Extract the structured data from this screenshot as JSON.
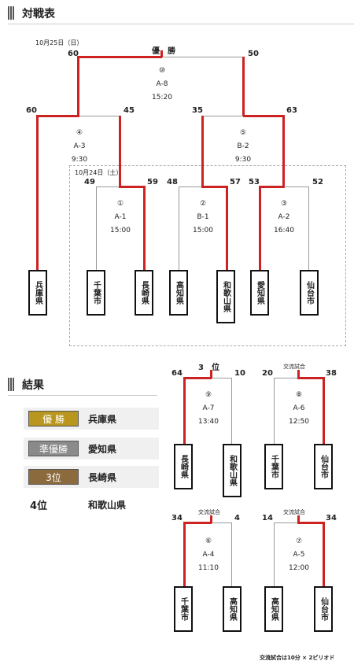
{
  "headers": {
    "bracket": "対戦表",
    "results": "結果"
  },
  "main": {
    "date_oct25": "10月25日（日）",
    "date_oct24": "10月24日（土）",
    "final": {
      "label": "優　勝",
      "num": "⑩",
      "code": "A-8",
      "time": "15:20",
      "left": "60",
      "right": "50"
    },
    "semi_left": {
      "num": "④",
      "code": "A-3",
      "time": "9:30",
      "left": "60",
      "right": "45"
    },
    "semi_right": {
      "num": "⑤",
      "code": "B-2",
      "time": "9:30",
      "left": "35",
      "right": "63"
    },
    "m1": {
      "num": "①",
      "code": "A-1",
      "time": "15:00",
      "left": "49",
      "right": "59"
    },
    "m2": {
      "num": "②",
      "code": "B-1",
      "time": "15:00",
      "left": "48",
      "right": "57"
    },
    "m3": {
      "num": "③",
      "code": "A-2",
      "time": "16:40",
      "left": "53",
      "right": "52"
    },
    "teams": [
      "兵庫県",
      "千葉市",
      "長崎県",
      "高知県",
      "和歌山県",
      "愛知県",
      "仙台市"
    ]
  },
  "results": [
    {
      "badge": "優 勝",
      "team": "兵庫県",
      "color": "#b9971e"
    },
    {
      "badge": "準優勝",
      "team": "愛知県",
      "color": "#8a8a8a"
    },
    {
      "badge": "3位",
      "team": "長崎県",
      "color": "#8b6a3e"
    },
    {
      "badge": "4位",
      "team": "和歌山県"
    }
  ],
  "side": {
    "third": {
      "label": "3　位",
      "num": "⑨",
      "code": "A-7",
      "time": "13:40",
      "left": "64",
      "right": "10",
      "teams": [
        "長崎県",
        "和歌山県"
      ]
    },
    "m8": {
      "label": "交流試合",
      "num": "⑧",
      "code": "A-6",
      "time": "12:50",
      "left": "20",
      "right": "38",
      "teams": [
        "千葉市",
        "仙台市"
      ]
    },
    "m6": {
      "label": "交流試合",
      "num": "⑥",
      "code": "A-4",
      "time": "11:10",
      "left": "34",
      "right": "4",
      "teams": [
        "千葉市",
        "高知県"
      ]
    },
    "m7": {
      "label": "交流試合",
      "num": "⑦",
      "code": "A-5",
      "time": "12:00",
      "left": "14",
      "right": "34",
      "teams": [
        "高知県",
        "仙台市"
      ]
    },
    "note": "交流試合は10分 × 2ピリオド"
  }
}
